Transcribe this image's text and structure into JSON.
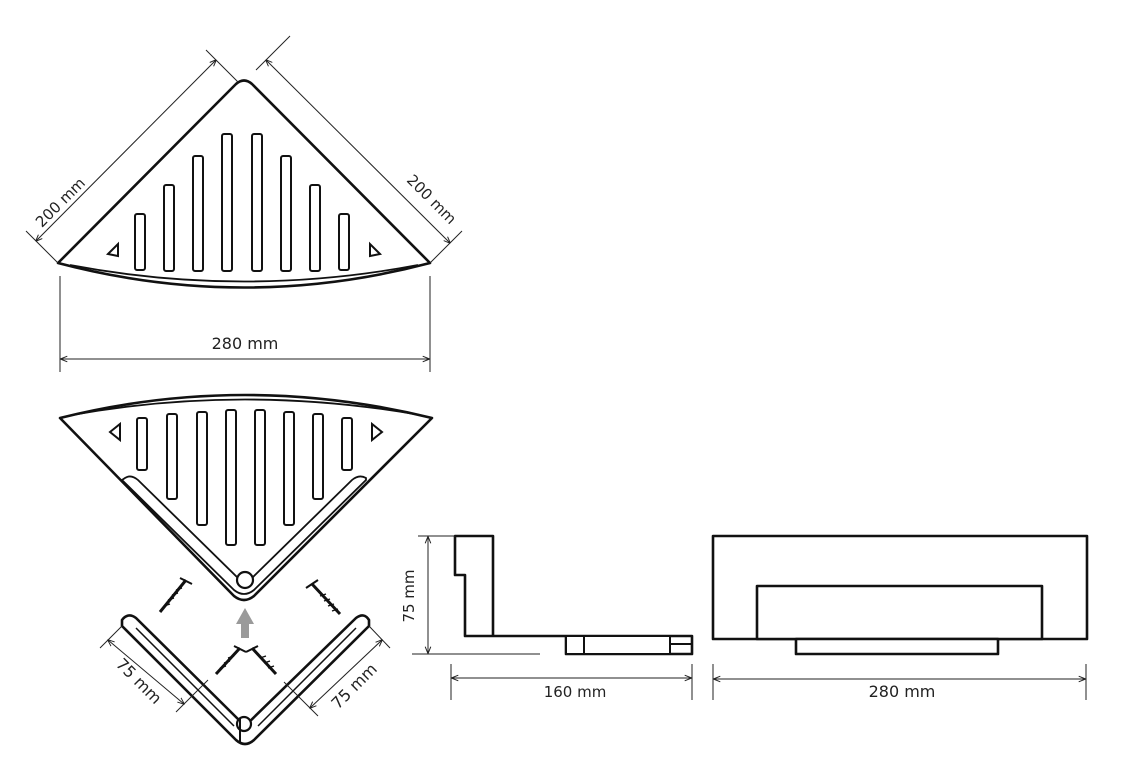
{
  "dimensions": {
    "shelf_side_left": "200 mm",
    "shelf_side_right": "200 mm",
    "shelf_width_top": "280 mm",
    "bracket_leg_left": "75 mm",
    "bracket_leg_right": "75 mm",
    "side_height": "75 mm",
    "side_depth": "160 mm",
    "front_width": "280 mm"
  },
  "colors": {
    "line": "#111111",
    "arrow": "#9a9a9a",
    "background": "#ffffff"
  },
  "icons": {
    "screw": "screw-icon",
    "mount_arrow": "arrow-up-icon"
  }
}
